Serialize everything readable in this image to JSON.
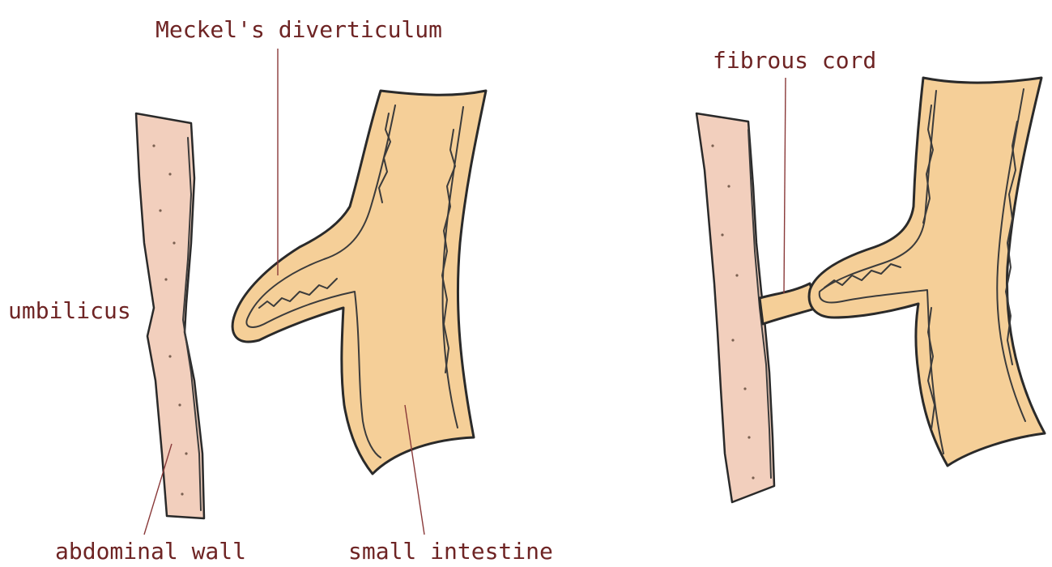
{
  "labels": {
    "meckels_diverticulum": "Meckel's diverticulum",
    "umbilicus": "umbilicus",
    "abdominal_wall": "abdominal wall",
    "small_intestine": "small intestine",
    "fibrous_cord": "fibrous cord"
  },
  "colors": {
    "abdominal_wall_fill": "#f2cfbd",
    "intestine_fill": "#f5cf98",
    "outline": "#2a2a2a",
    "label_text": "#6e2424",
    "leader_line": "#8a3a3a",
    "background": "#ffffff"
  }
}
